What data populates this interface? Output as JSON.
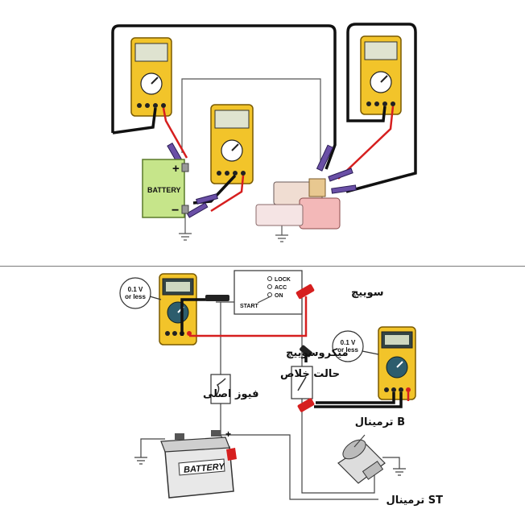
{
  "top_panel": {
    "battery": {
      "label": "BATTERY",
      "plus": "+",
      "minus": "−"
    }
  },
  "bottom_panel": {
    "callouts": [
      {
        "text_line1": "0.1 V",
        "text_line2": "or less"
      },
      {
        "text_line1": "0.1 V",
        "text_line2": "or less"
      }
    ],
    "ignition_switch": {
      "positions": [
        "LOCK",
        "ACC",
        "ON"
      ],
      "start": "START"
    },
    "labels": {
      "switch": "سوییچ",
      "neutral_microswitch_line1": "میکروسوییچ",
      "neutral_microswitch_line2": "حالت خلاص",
      "main_fuse": "فیوز اصلی",
      "terminal_b": "ترمینال B",
      "terminal_st": "ترمینال ST",
      "battery": "BATTERY",
      "plus": "+"
    }
  },
  "colors": {
    "meter_yellow": "#f2c42a",
    "battery_green": "#c6e58a",
    "motor_pink": "#f3b8b8",
    "wire_red": "#d61f1f",
    "probe_purple": "#6a4fa6"
  }
}
